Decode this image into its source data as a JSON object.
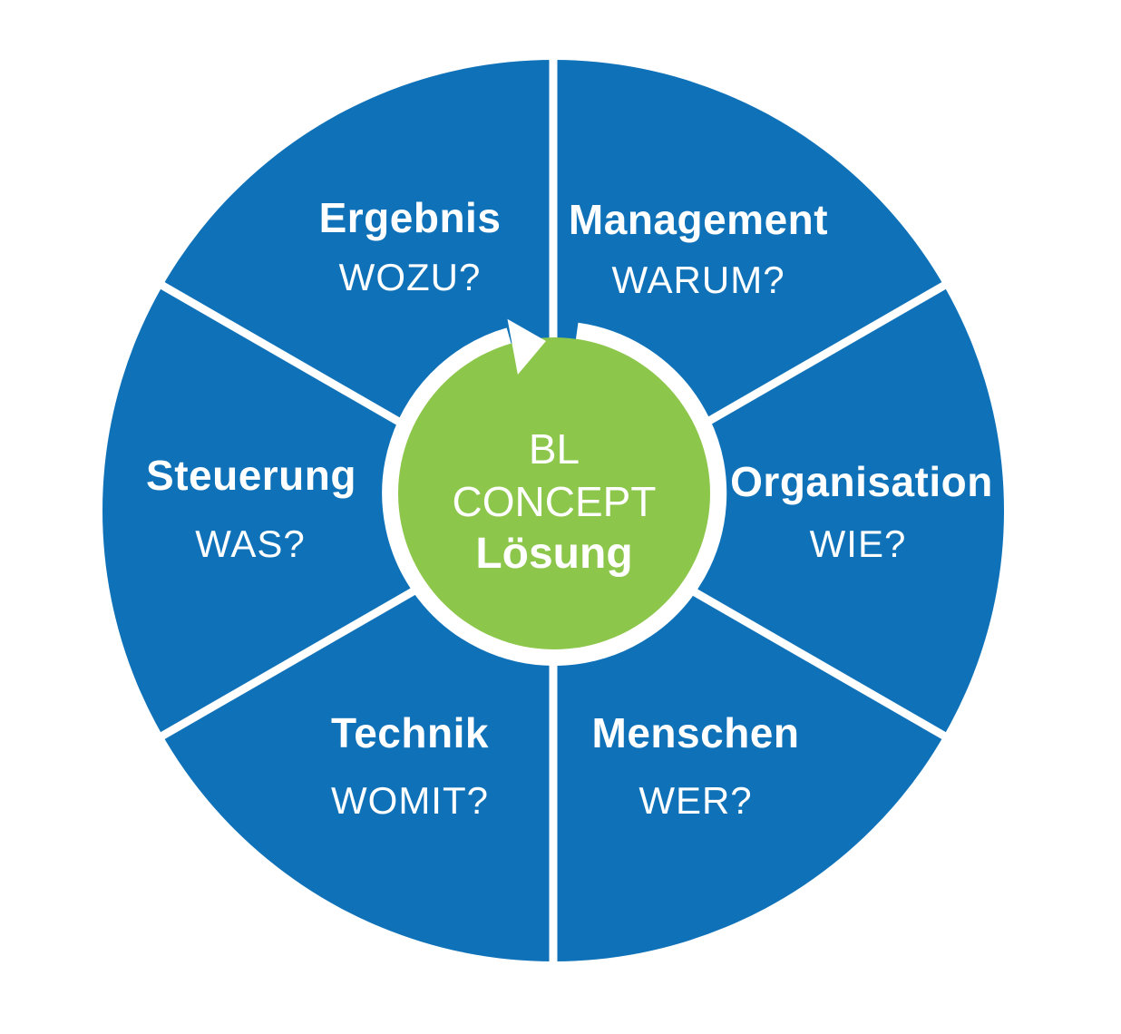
{
  "diagram": {
    "name": "BL Concept cycle wheel",
    "center": {
      "line1": "BL",
      "line2": "CONCEPT",
      "line3": "Lösung"
    },
    "sectors": [
      {
        "id": "ergebnis",
        "title": "Ergebnis",
        "question": "WOZU?"
      },
      {
        "id": "management",
        "title": "Management",
        "question": "WARUM?"
      },
      {
        "id": "organisation",
        "title": "Organisation",
        "question": "WIE?"
      },
      {
        "id": "menschen",
        "title": "Menschen",
        "question": "WER?"
      },
      {
        "id": "technik",
        "title": "Technik",
        "question": "WOMIT?"
      },
      {
        "id": "steuerung",
        "title": "Steuerung",
        "question": "WAS?"
      }
    ],
    "colors": {
      "wheel_blue": "#0F72B9",
      "center_green": "#8CC64A",
      "text_white": "#FFFFFF"
    }
  }
}
